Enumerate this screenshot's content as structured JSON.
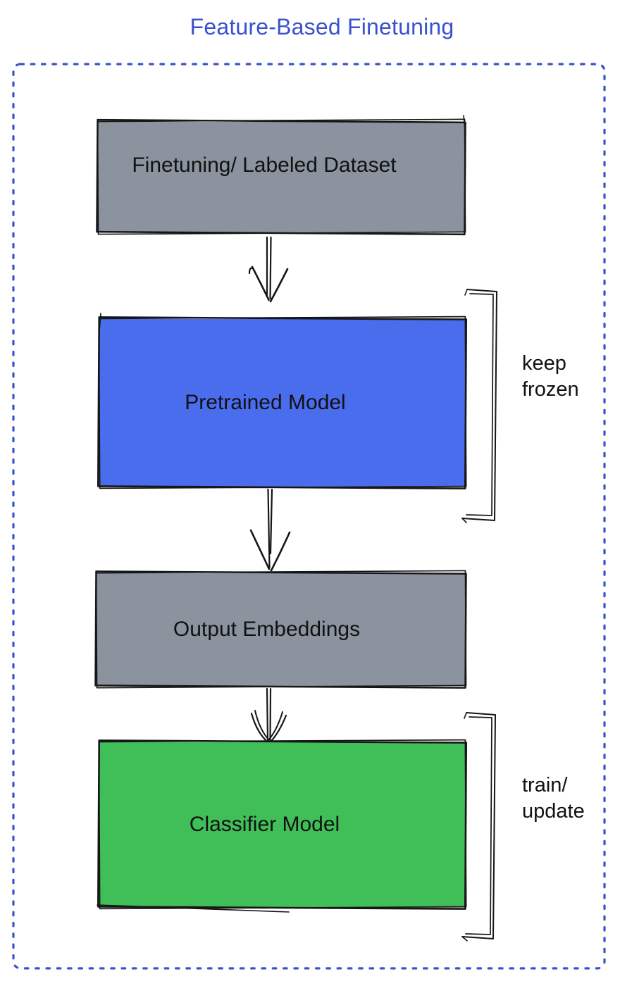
{
  "title": {
    "text": "Feature-Based Finetuning"
  },
  "colors": {
    "title": "#3A52CB",
    "container_border": "#3A52CB",
    "box_gray": "#8A939E",
    "box_blue": "#4A6DEE",
    "box_green": "#40BE58",
    "ink": "#161616",
    "text": "#111111"
  },
  "boxes": [
    {
      "name": "finetuning-labeled-dataset",
      "label": "Finetuning/ Labeled Dataset",
      "fill": "#8A939E"
    },
    {
      "name": "pretrained-model",
      "label": "Pretrained Model",
      "fill": "#4A6DEE"
    },
    {
      "name": "output-embeddings",
      "label": "Output Embeddings",
      "fill": "#8A939E"
    },
    {
      "name": "classifier-model",
      "label": "Classifier Model",
      "fill": "#40BE58"
    }
  ],
  "annotations": [
    {
      "name": "keep-frozen",
      "text": "keep frozen"
    },
    {
      "name": "train-update",
      "text": "train/ update"
    }
  ]
}
